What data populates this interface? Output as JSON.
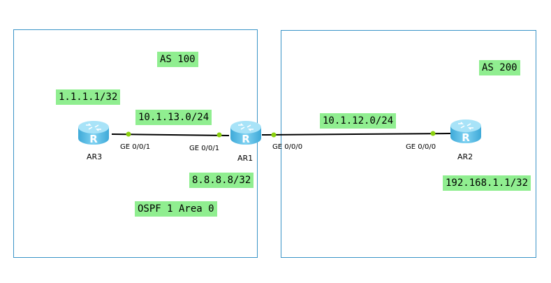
{
  "zones": {
    "left": {
      "label": "AS 100"
    },
    "right": {
      "label": "AS 200"
    }
  },
  "labels": {
    "loopback_ar3": "1.1.1.1/32",
    "subnet_ar3_ar1": "10.1.13.0/24",
    "subnet_ar1_ar2": "10.1.12.0/24",
    "loopback_ar1": "8.8.8.8/32",
    "loopback_ar2": "192.168.1.1/32",
    "ospf": "OSPF 1 Area 0"
  },
  "routers": {
    "ar3": {
      "name": "AR3",
      "icon": "router-icon"
    },
    "ar1": {
      "name": "AR1",
      "icon": "router-icon"
    },
    "ar2": {
      "name": "AR2",
      "icon": "router-icon"
    }
  },
  "ports": {
    "ar3_ge001": "GE 0/0/1",
    "ar1_ge001": "GE 0/0/1",
    "ar1_ge000": "GE 0/0/0",
    "ar2_ge000": "GE 0/0/0"
  },
  "colors": {
    "zone_border": "#3a94c7",
    "label_bg": "#90ee90",
    "router_fill": "#5bbfe6",
    "link_dot": "#8bd10f"
  }
}
